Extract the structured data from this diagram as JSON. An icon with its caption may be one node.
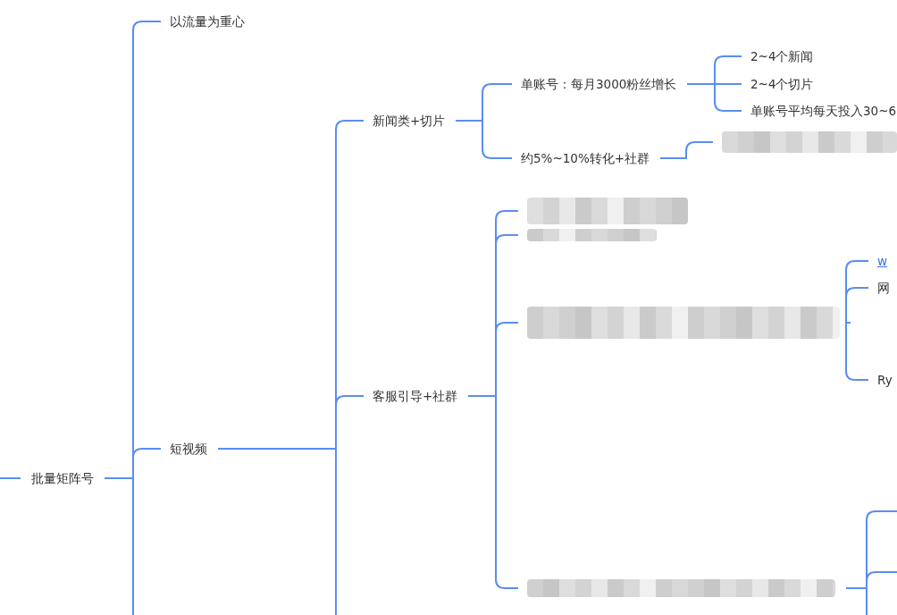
{
  "diagram": {
    "nodes": [
      {
        "text": [
          "批量矩阵号"
        ]
      },
      {
        "text": [
          "以流量为重心"
        ]
      },
      {
        "text": [
          "短视频"
        ]
      },
      {
        "text": [
          "新闻类+切片"
        ]
      },
      {
        "text": [
          "客服引导+社群"
        ]
      },
      {
        "text": [
          "单账号：每月3000粉丝增长"
        ]
      },
      {
        "text": [
          "约5%~10%转化+社群"
        ]
      },
      {
        "text": [
          "2~4个新闻"
        ]
      },
      {
        "text": [
          "2~4个切片"
        ]
      },
      {
        "text": [
          "单账号平均每天投入30~6"
        ]
      },
      {
        "text": [],
        "shape": "box"
      },
      {
        "text": [],
        "shape": "box"
      },
      {
        "text": [],
        "shape": "box"
      },
      {
        "text": [],
        "shape": "box"
      },
      {
        "text": [
          "w"
        ]
      },
      {
        "text": [
          "网"
        ]
      },
      {
        "text": [
          "Ry"
        ]
      },
      {
        "text": [],
        "shape": "box"
      }
    ],
    "edges": [
      {
        "from": null,
        "to": 0,
        "arrow": "none"
      },
      {
        "from": 0,
        "to": 1,
        "arrow": "none"
      },
      {
        "from": 0,
        "to": 2,
        "arrow": "none"
      },
      {
        "from": 0,
        "to": null,
        "arrow": "none"
      },
      {
        "from": 2,
        "to": 3,
        "arrow": "none"
      },
      {
        "from": 2,
        "to": 4,
        "arrow": "none"
      },
      {
        "from": 2,
        "to": null,
        "arrow": "none"
      },
      {
        "from": 3,
        "to": 5,
        "arrow": "none"
      },
      {
        "from": 3,
        "to": 6,
        "arrow": "none"
      },
      {
        "from": 5,
        "to": 7,
        "arrow": "none"
      },
      {
        "from": 5,
        "to": 8,
        "arrow": "none"
      },
      {
        "from": 5,
        "to": 9,
        "arrow": "none"
      },
      {
        "from": 6,
        "to": 10,
        "arrow": "none"
      },
      {
        "from": 4,
        "to": 11,
        "arrow": "none"
      },
      {
        "from": 4,
        "to": 12,
        "arrow": "none"
      },
      {
        "from": 4,
        "to": 13,
        "arrow": "none"
      },
      {
        "from": 4,
        "to": 17,
        "arrow": "none"
      },
      {
        "from": 13,
        "to": 14,
        "arrow": "none"
      },
      {
        "from": 13,
        "to": 15,
        "arrow": "none"
      },
      {
        "from": 13,
        "to": 16,
        "arrow": "none"
      },
      {
        "from": 17,
        "to": null,
        "arrow": "none"
      },
      {
        "from": 17,
        "to": null,
        "arrow": "none"
      },
      {
        "from": 17,
        "to": null,
        "arrow": "none"
      }
    ]
  }
}
